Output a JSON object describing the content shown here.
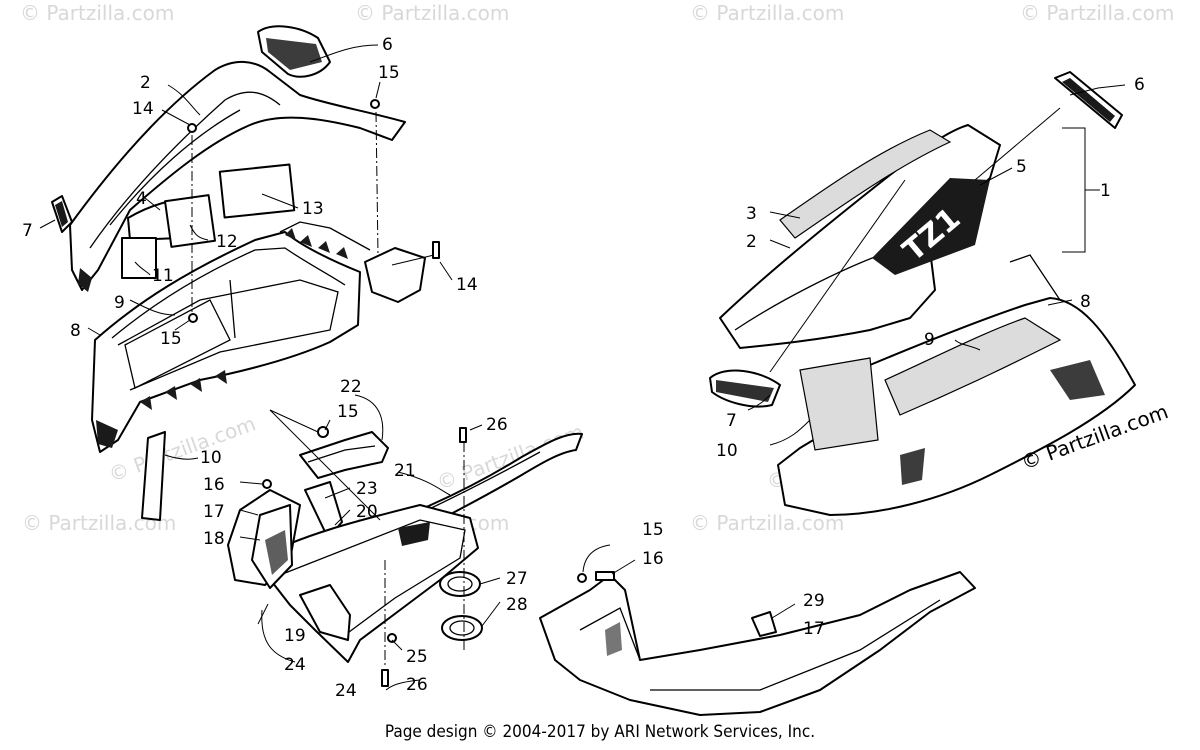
{
  "watermark": {
    "brand": "© Partzilla.com",
    "copyright": "© Partzilla.com"
  },
  "footer": {
    "text": "Page design © 2004-2017 by ARI Network Services, Inc."
  },
  "callouts": {
    "left_top": [
      "6",
      "15",
      "2",
      "14",
      "4",
      "13",
      "7",
      "12",
      "11",
      "14",
      "9",
      "8",
      "15"
    ],
    "left_bottom": [
      "10",
      "22",
      "15",
      "26",
      "16",
      "23",
      "21",
      "17",
      "20",
      "18",
      "27",
      "28",
      "19",
      "25",
      "24",
      "24",
      "26"
    ],
    "right_top": [
      "6",
      "1",
      "5",
      "3",
      "2",
      "8",
      "9",
      "7",
      "10"
    ],
    "right_bottom": [
      "15",
      "16",
      "29",
      "17"
    ]
  },
  "decal_text": "TZ1"
}
